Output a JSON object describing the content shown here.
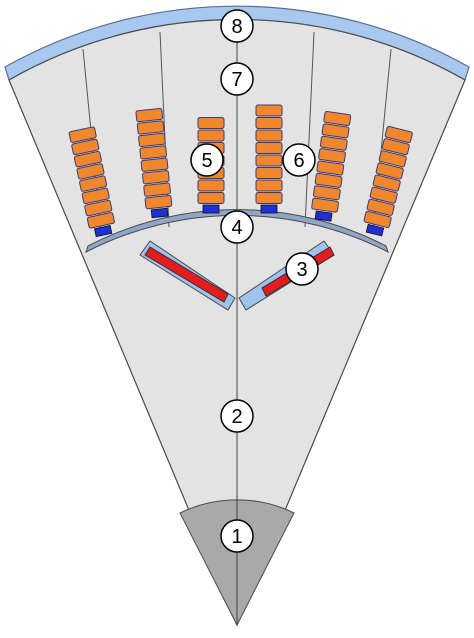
{
  "callouts": [
    {
      "id": "1",
      "label": "1"
    },
    {
      "id": "2",
      "label": "2"
    },
    {
      "id": "3",
      "label": "3"
    },
    {
      "id": "4",
      "label": "4"
    },
    {
      "id": "5",
      "label": "5"
    },
    {
      "id": "6",
      "label": "6"
    },
    {
      "id": "7",
      "label": "7"
    },
    {
      "id": "8",
      "label": "8"
    }
  ],
  "colors": {
    "background": "#ffffff",
    "sector_fill": "#e3e3e3",
    "shaft_fill": "#a9a9a9",
    "outer_band": "#a9c8f0",
    "air_gap_band": "#8fa6c6",
    "outline": "#4a4a4a",
    "coil": "#f0872c",
    "coil_outline": "#3b3b7a",
    "slot_wedge": "#1f2fd8",
    "magnet": "#e31d1d",
    "magnet_pocket": "#9fc2ee"
  }
}
